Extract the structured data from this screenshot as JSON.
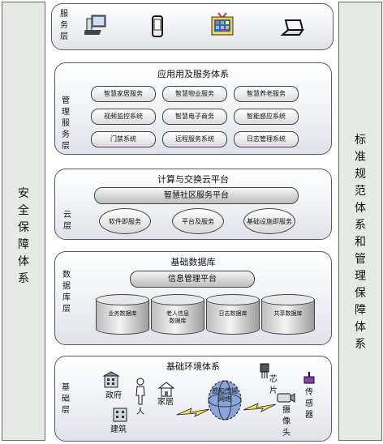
{
  "left_pillar": {
    "text": "安全保障体系"
  },
  "right_pillar": {
    "text": "标准规范体系和管理保障体系"
  },
  "service_layer": {
    "label": "服务层",
    "icons": [
      "desktop-computer-icon",
      "mobile-phone-icon",
      "tv-icon",
      "laptop-icon"
    ]
  },
  "management_layer": {
    "label": "管理服务层",
    "title": "应用用及服务体系",
    "services": [
      "智慧家居服务",
      "智慧物业服务",
      "智慧养老服务",
      "视频监控系统",
      "智慧电子商务",
      "智能感应系统",
      "门禁系统",
      "远程服务系统",
      "日志管理系统"
    ]
  },
  "cloud_layer": {
    "label": "云层",
    "title": "计算与交换云平台",
    "platform": "智慧社区服务平台",
    "services": [
      {
        "text": "软件即服务",
        "lines": [
          "软件即服务"
        ]
      },
      {
        "text": "平台及服务",
        "lines": [
          "平台及服务"
        ]
      },
      {
        "text": "基础设施即服务",
        "lines": [
          "基础设施",
          "即服务"
        ]
      }
    ]
  },
  "data_layer": {
    "label": "数据库层",
    "title": "基础数据库",
    "platform": "信息管理平台",
    "databases": [
      {
        "text": "业务数据库",
        "lines": [
          "业务数据库"
        ]
      },
      {
        "text": "老人信息数据库",
        "lines": [
          "老人信息",
          "数据库"
        ]
      },
      {
        "text": "日志数据库",
        "lines": [
          "日志数据库"
        ]
      },
      {
        "text": "共享数据库",
        "lines": [
          "共享数据库"
        ]
      }
    ]
  },
  "base_layer": {
    "label": "基础层",
    "title": "基础环境体系",
    "items": {
      "government": "政府",
      "person": "人",
      "home": "家居",
      "building": "建筑",
      "network": "感知传输网络",
      "chip": "芯片",
      "camera": "摄像头",
      "sensor": "传感器"
    }
  },
  "colors": {
    "panel_border": "#5a5a5a",
    "pillar_fill": "#e6e9e6",
    "tv_blue": "#2a66c9"
  }
}
